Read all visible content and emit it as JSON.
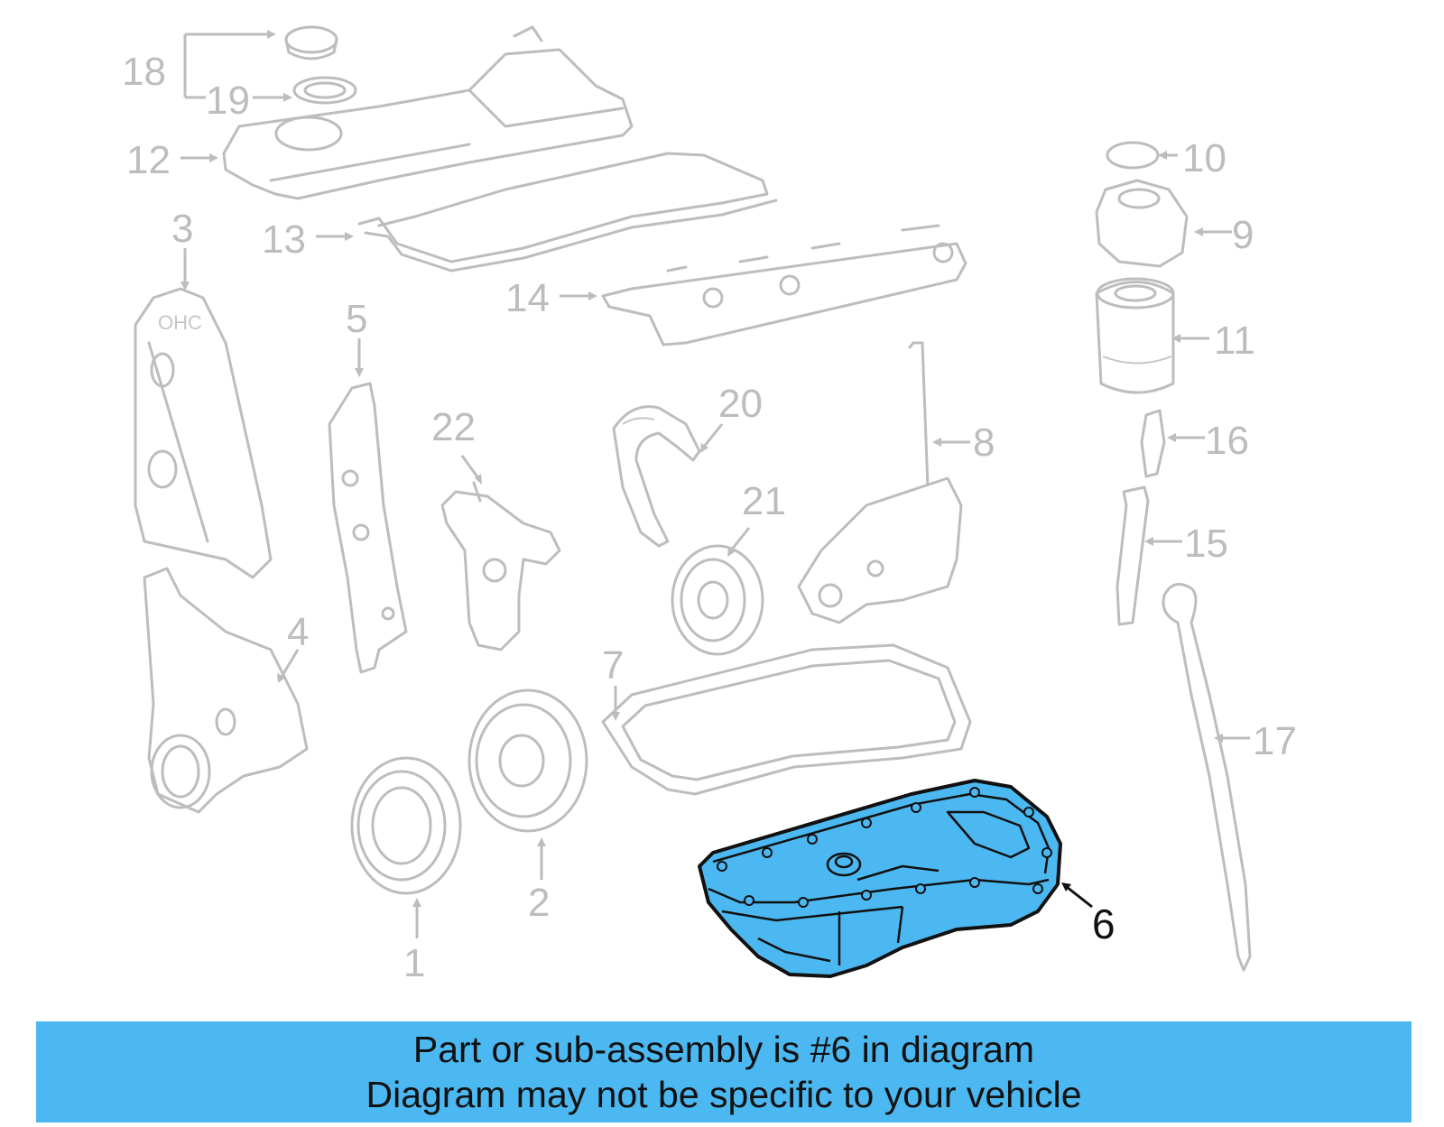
{
  "diagram": {
    "callouts": {
      "c1": "1",
      "c2": "2",
      "c3": "3",
      "c4": "4",
      "c5": "5",
      "c6": "6",
      "c7": "7",
      "c8": "8",
      "c9": "9",
      "c10": "10",
      "c11": "11",
      "c12": "12",
      "c13": "13",
      "c14": "14",
      "c15": "15",
      "c16": "16",
      "c17": "17",
      "c18": "18",
      "c19": "19",
      "c20": "20",
      "c21": "21",
      "c22": "22"
    },
    "highlight_color": "#4cb8f2",
    "ghost_color": "#bdbdbd"
  },
  "banner": {
    "line1": "Part or sub-assembly is #6 in diagram",
    "line2": "Diagram may not be specific to your vehicle"
  }
}
